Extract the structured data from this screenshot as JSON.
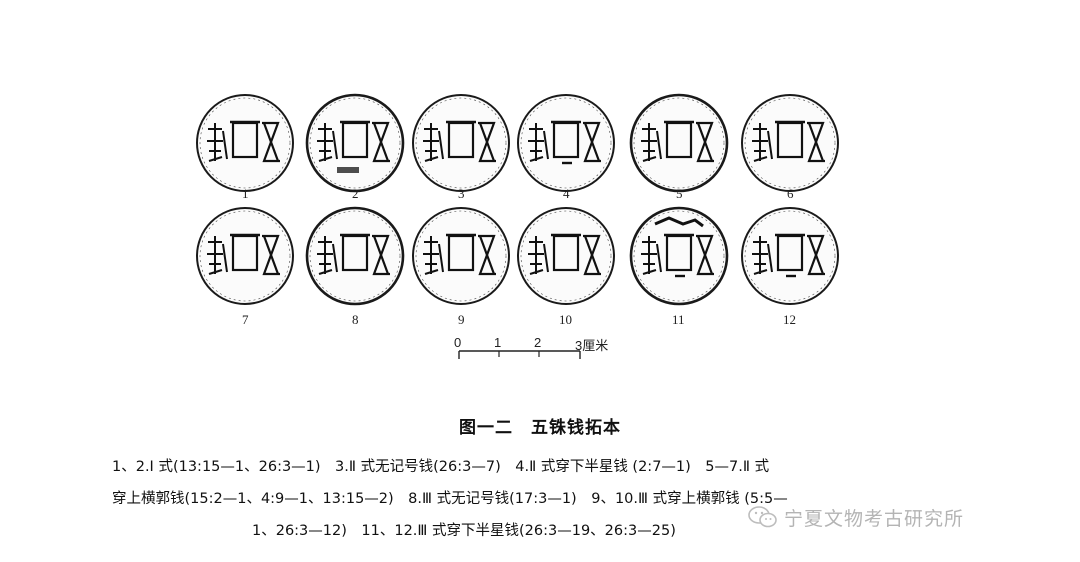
{
  "coins": [
    {
      "label": "1"
    },
    {
      "label": "2"
    },
    {
      "label": "3"
    },
    {
      "label": "4"
    },
    {
      "label": "5"
    },
    {
      "label": "6"
    },
    {
      "label": "7"
    },
    {
      "label": "8"
    },
    {
      "label": "9"
    },
    {
      "label": "10"
    },
    {
      "label": "11"
    },
    {
      "label": "12"
    }
  ],
  "scale_bar": {
    "ticks": [
      "0",
      "1",
      "2",
      "3厘米"
    ]
  },
  "figure": {
    "title": "图一二　五铢钱拓本"
  },
  "caption": {
    "lines": [
      "1、2.Ⅰ 式(13:15—1、26:3—1)　3.Ⅱ 式无记号钱(26:3—7)　4.Ⅱ 式穿下半星钱 (2:7—1)　5—7.Ⅱ 式",
      "穿上横郭钱(15:2—1、4:9—1、13:15—2)　8.Ⅲ 式无记号钱(17:3—1)　9、10.Ⅲ 式穿上横郭钱 (5:5—",
      "1、26:3—12)　11、12.Ⅲ 式穿下半星钱(26:3—19、26:3—25)"
    ]
  },
  "watermark": {
    "text": "宁夏文物考古研究所"
  }
}
